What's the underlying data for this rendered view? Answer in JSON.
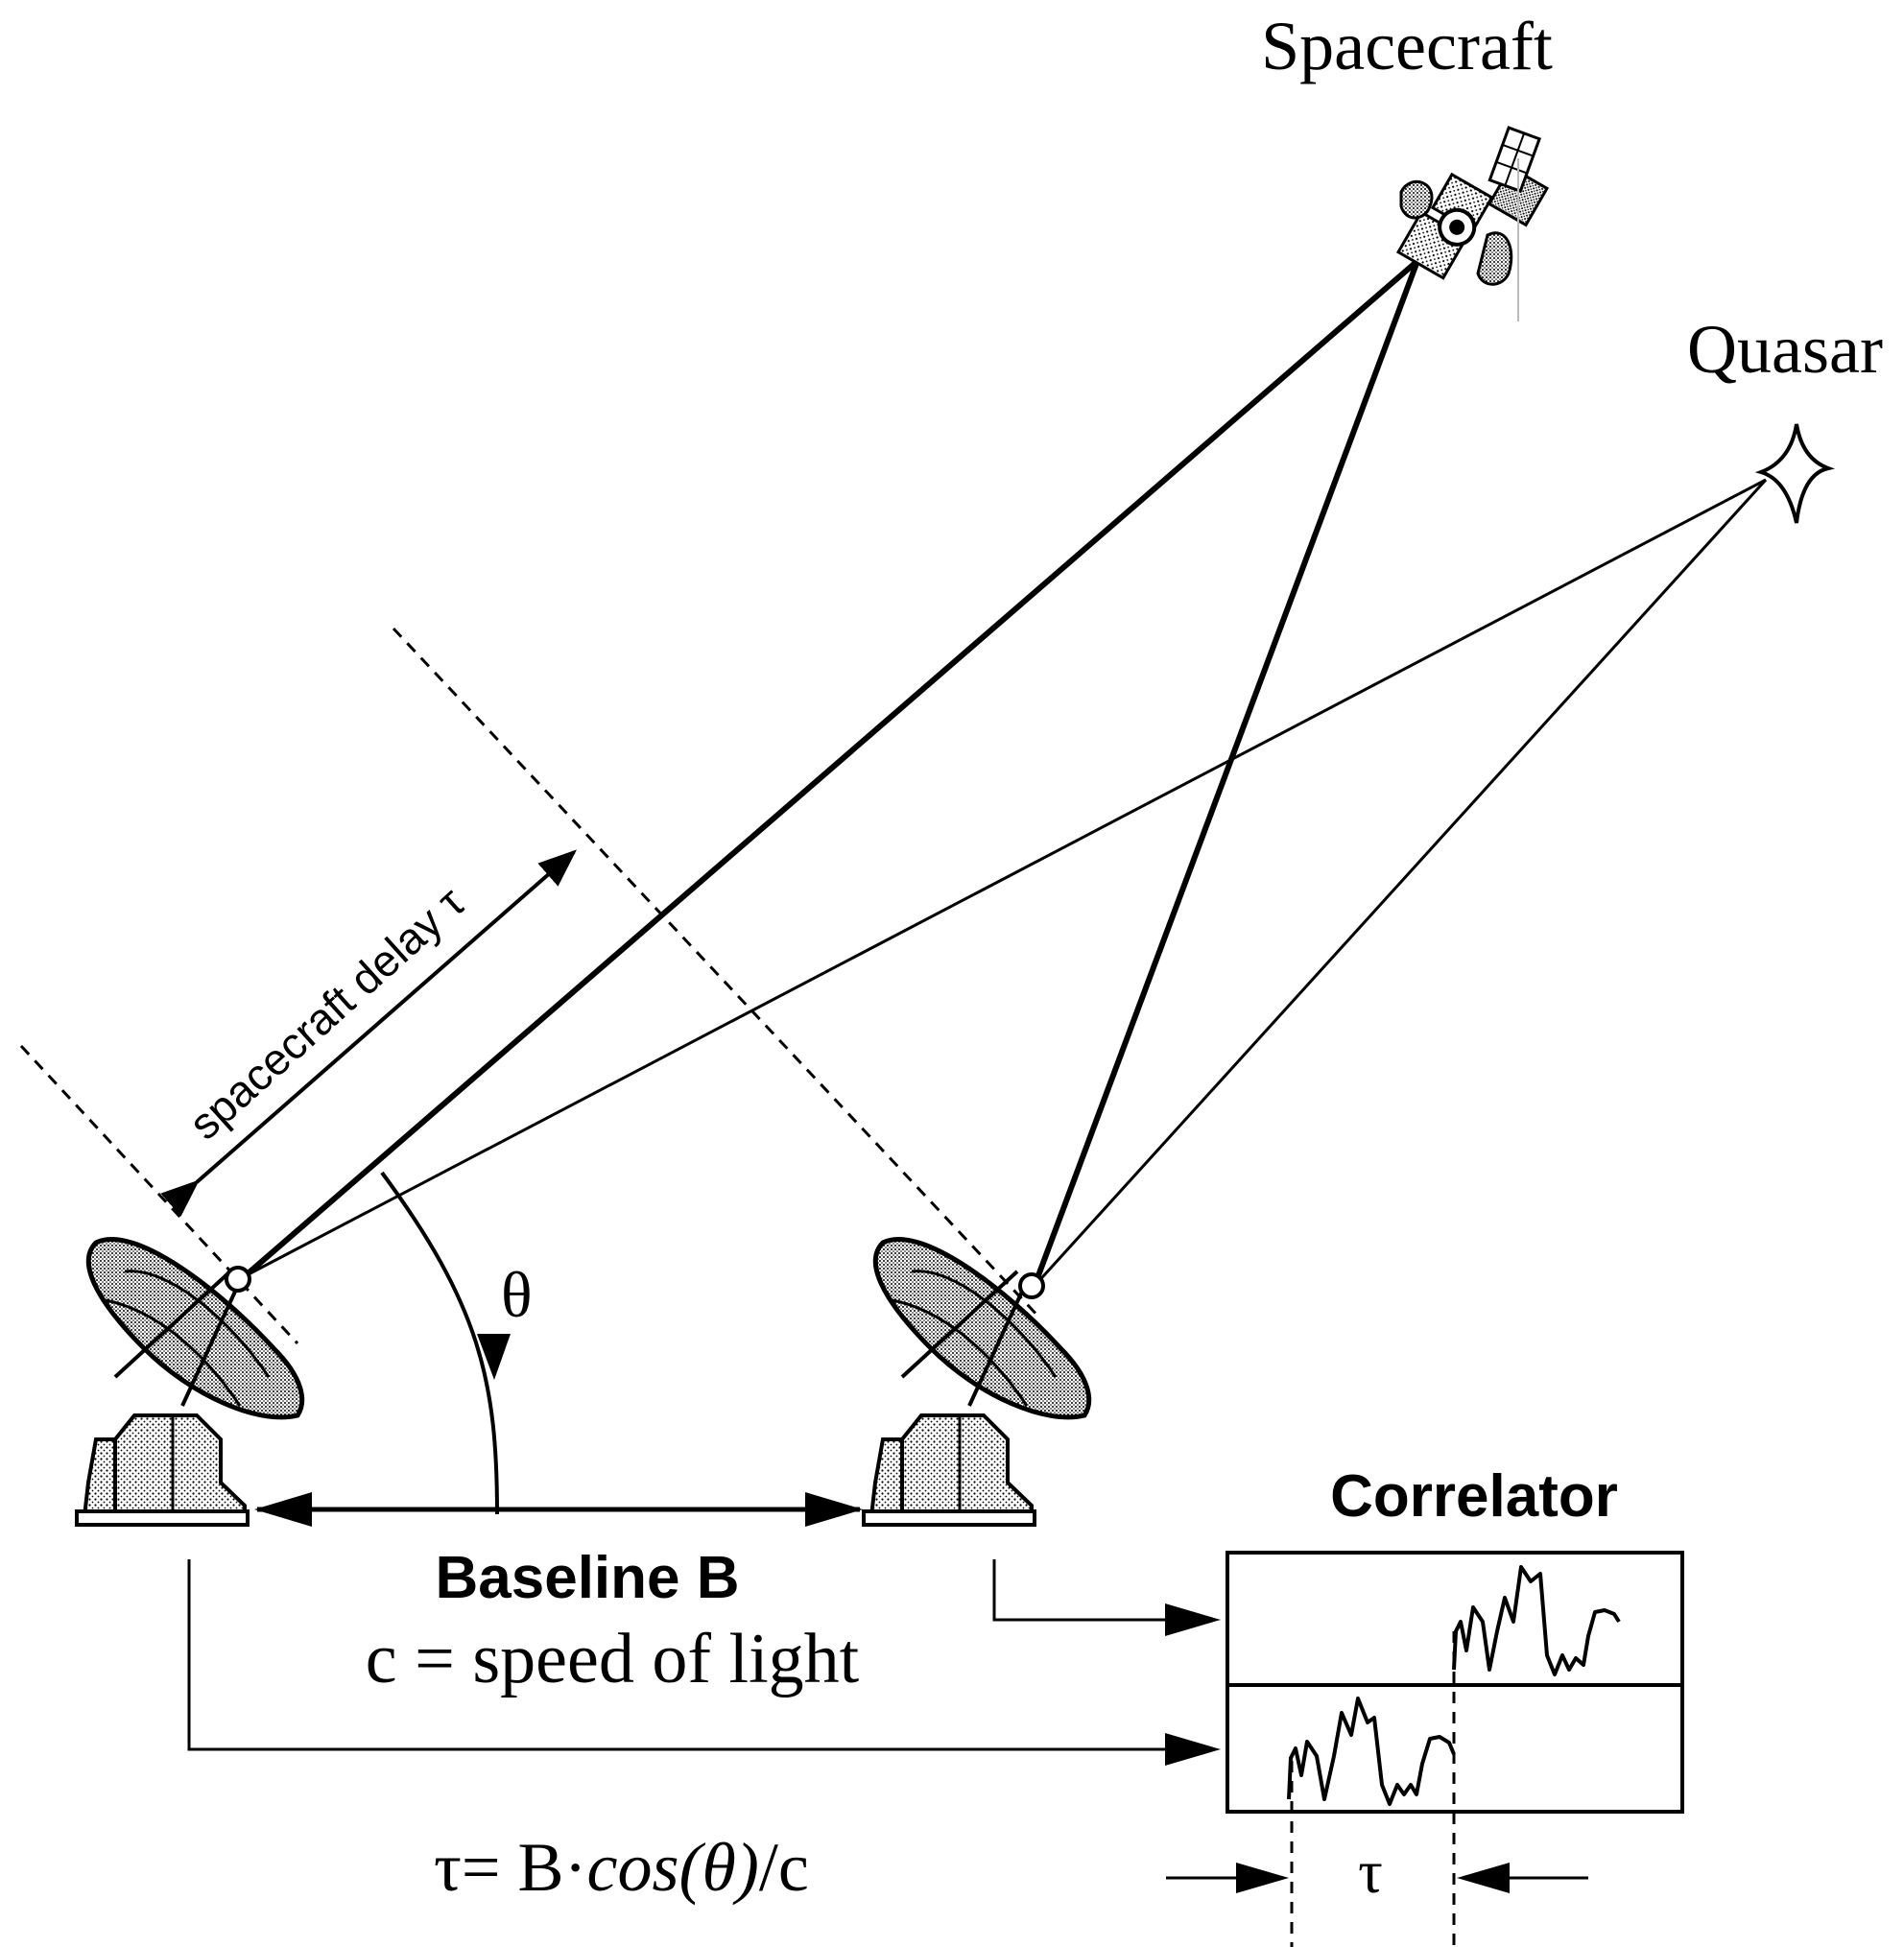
{
  "labels": {
    "spacecraft": "Spacecraft",
    "quasar": "Quasar",
    "delay": "spacecraft delay τ",
    "theta": "θ",
    "baseline": "Baseline B",
    "speed": "c = speed of light",
    "formula_prefix": "τ= B·",
    "formula_cos": "cos(θ)",
    "formula_suffix": "/c",
    "correlator": "Correlator",
    "tau": "τ"
  },
  "icons": {
    "satellite": "satellite-icon",
    "star": "quasar-star-icon",
    "dish": "radio-dish-icon"
  },
  "colors": {
    "ink": "#000000",
    "background": "#ffffff"
  }
}
